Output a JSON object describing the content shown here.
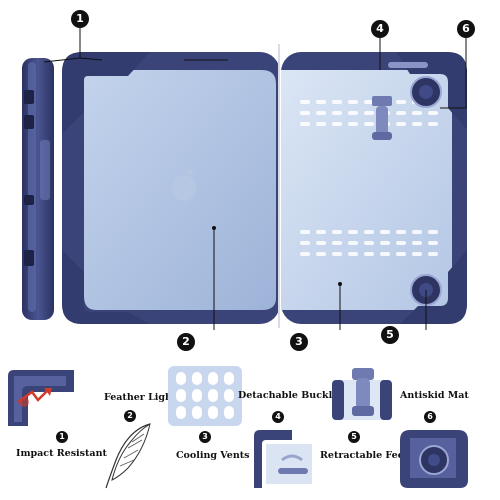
{
  "callouts": {
    "c1": "1",
    "c2": "2",
    "c3": "3",
    "c4": "4",
    "c5": "5",
    "c6": "6"
  },
  "features": [
    {
      "number": "1",
      "label": "Impact Resistant"
    },
    {
      "number": "2",
      "label": "Feather Light"
    },
    {
      "number": "3",
      "label": "Cooling Vents"
    },
    {
      "number": "4",
      "label": "Detachable Buckle"
    },
    {
      "number": "5",
      "label": "Retractable Feet"
    },
    {
      "number": "6",
      "label": "Antiskid Mat"
    }
  ],
  "colors": {
    "bumper": "#3b4478",
    "shell_frosted": "#a9bedf",
    "shell_light": "#c6d6ee",
    "badge": "#111111"
  }
}
